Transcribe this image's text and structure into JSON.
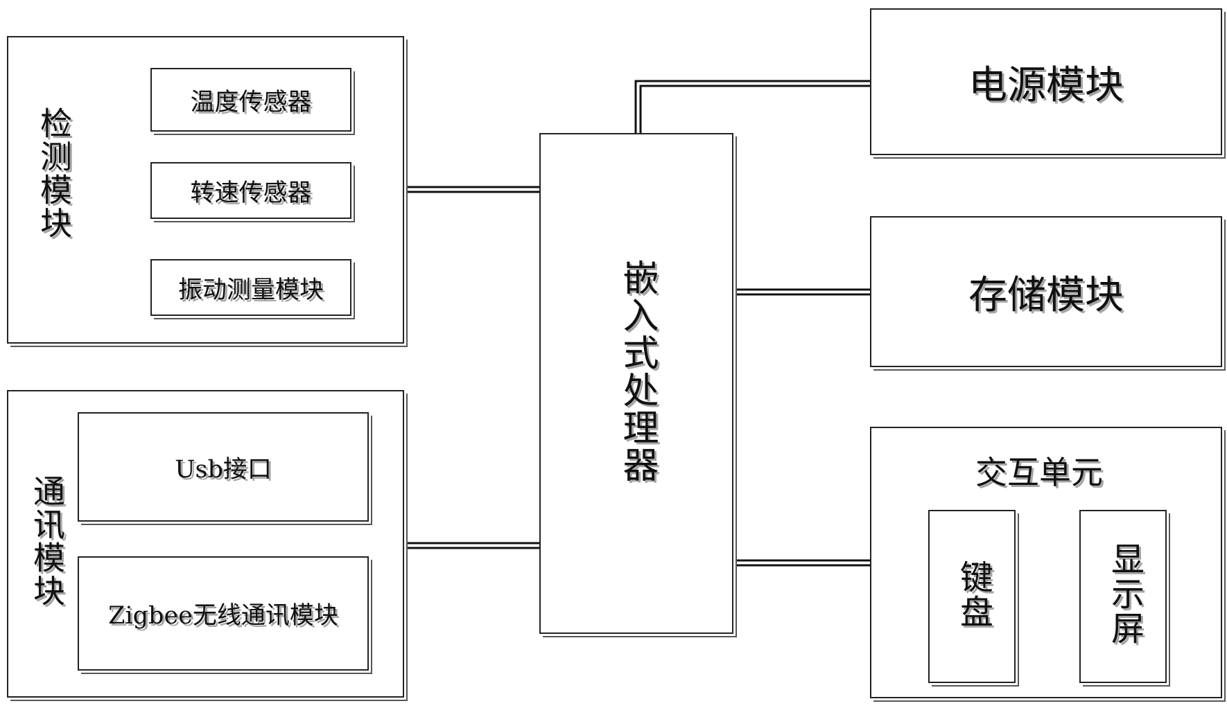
{
  "detection": {
    "title": "检测模块",
    "items": [
      "温度传感器",
      "转速传感器",
      "振动测量模块"
    ]
  },
  "comm": {
    "title": "通讯模块",
    "items": [
      "Usb接口",
      "Zigbee无线通讯模块"
    ]
  },
  "processor": {
    "title": "嵌入式处理器"
  },
  "power": {
    "title": "电源模块"
  },
  "storage": {
    "title": "存储模块"
  },
  "interaction": {
    "title": "交互单元",
    "keyboard": "键盘",
    "display": "显示屏"
  }
}
